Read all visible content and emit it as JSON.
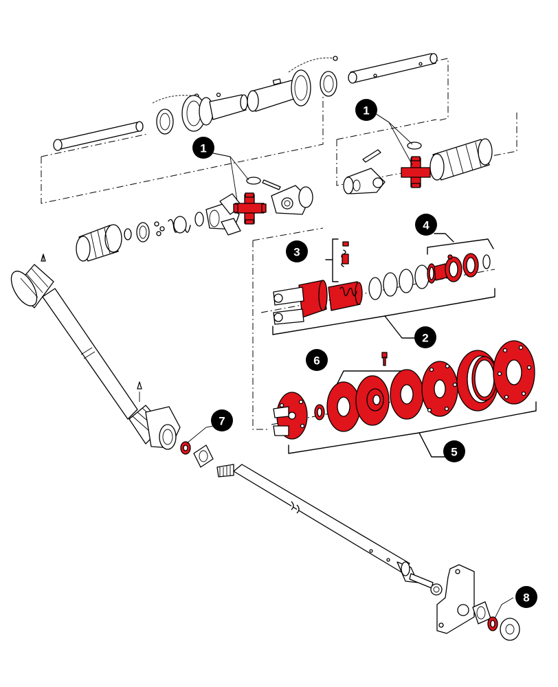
{
  "colors": {
    "highlight": "#e0141b",
    "outline": "#000000",
    "callout_fill": "#000000",
    "callout_text": "#ffffff",
    "background": "#ffffff"
  },
  "callouts": [
    {
      "label": "1"
    },
    {
      "label": "1"
    },
    {
      "label": "2"
    },
    {
      "label": "3"
    },
    {
      "label": "4"
    },
    {
      "label": "5"
    },
    {
      "label": "6"
    },
    {
      "label": "7"
    },
    {
      "label": "8"
    }
  ]
}
